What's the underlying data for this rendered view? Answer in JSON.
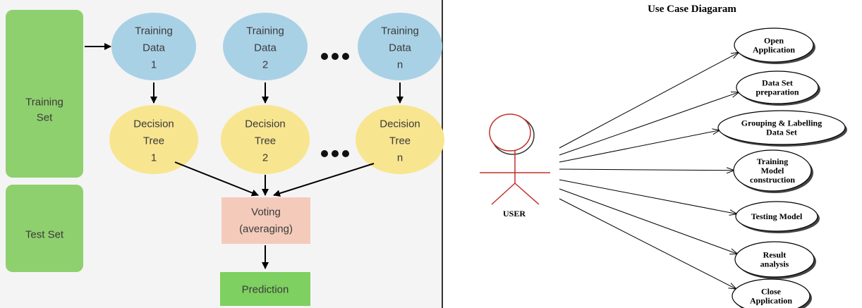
{
  "random_forest": {
    "sets": {
      "training_set": [
        "Training",
        "Set"
      ],
      "test_set": [
        "Test Set"
      ]
    },
    "training_data": [
      [
        "Training",
        "Data",
        "1"
      ],
      [
        "Training",
        "Data",
        "2"
      ],
      [
        "Training",
        "Data",
        "n"
      ]
    ],
    "decision_trees": [
      [
        "Decision",
        "Tree",
        "1"
      ],
      [
        "Decision",
        "Tree",
        "2"
      ],
      [
        "Decision",
        "Tree",
        "n"
      ]
    ],
    "voting": [
      "Voting",
      "(averaging)"
    ],
    "prediction": "Prediction",
    "colors": {
      "set_box": "#8fd06e",
      "training_data": "#a9d1e6",
      "decision_tree": "#f8e58f",
      "voting": "#f4cbbb",
      "prediction": "#7ed060",
      "panel_bg": "#f4f4f4"
    }
  },
  "use_case": {
    "title": "Use Case Diagaram",
    "actor": "USER",
    "actor_color": "#c0302c",
    "use_cases": [
      [
        "Open",
        "Application"
      ],
      [
        "Data Set",
        "preparation"
      ],
      [
        "Grouping & Labelling",
        "Data Set"
      ],
      [
        "Training",
        "Model",
        "construction"
      ],
      [
        "Testing Model"
      ],
      [
        "Result",
        "analysis"
      ],
      [
        "Close",
        "Application"
      ]
    ]
  }
}
